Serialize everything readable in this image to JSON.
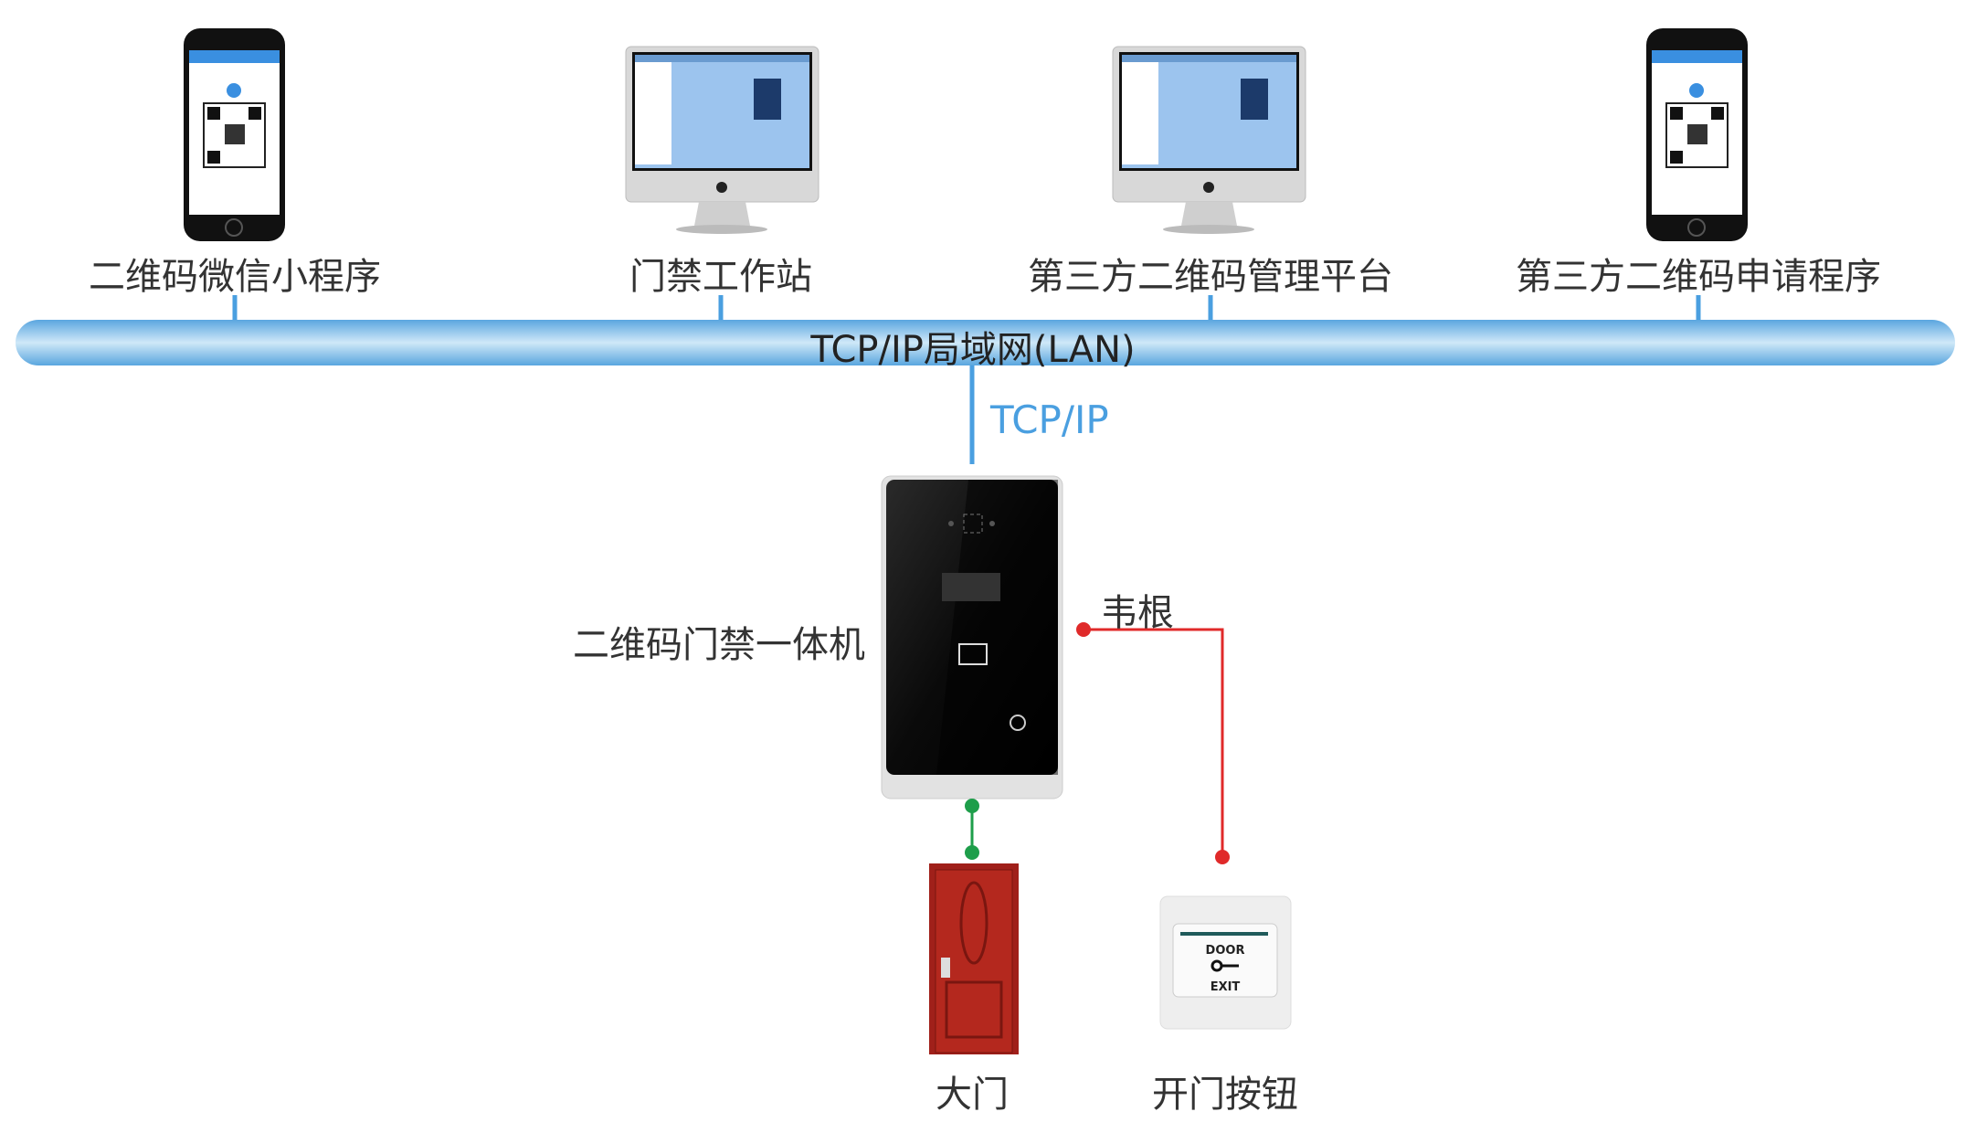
{
  "clients": [
    {
      "label": "二维码微信小程序",
      "kind": "phone"
    },
    {
      "label": "门禁工作站",
      "kind": "monitor"
    },
    {
      "label": "第三方二维码管理平台",
      "kind": "monitor"
    },
    {
      "label": "第三方二维码申请程序",
      "kind": "phone"
    }
  ],
  "network": {
    "bus_label": "TCP/IP局域网(LAN)",
    "link_label": "TCP/IP"
  },
  "device": {
    "label": "二维码门禁一体机"
  },
  "wiegand": {
    "label": "韦根"
  },
  "door": {
    "label": "大门"
  },
  "exit_button": {
    "label": "开门按钮",
    "face_top": "DOOR",
    "face_bottom": "EXIT"
  },
  "colors": {
    "bus": "#7fbfe8",
    "link": "#4a9fe0",
    "wiegand": "#e02a2a",
    "door_link": "#1e9e4a"
  }
}
